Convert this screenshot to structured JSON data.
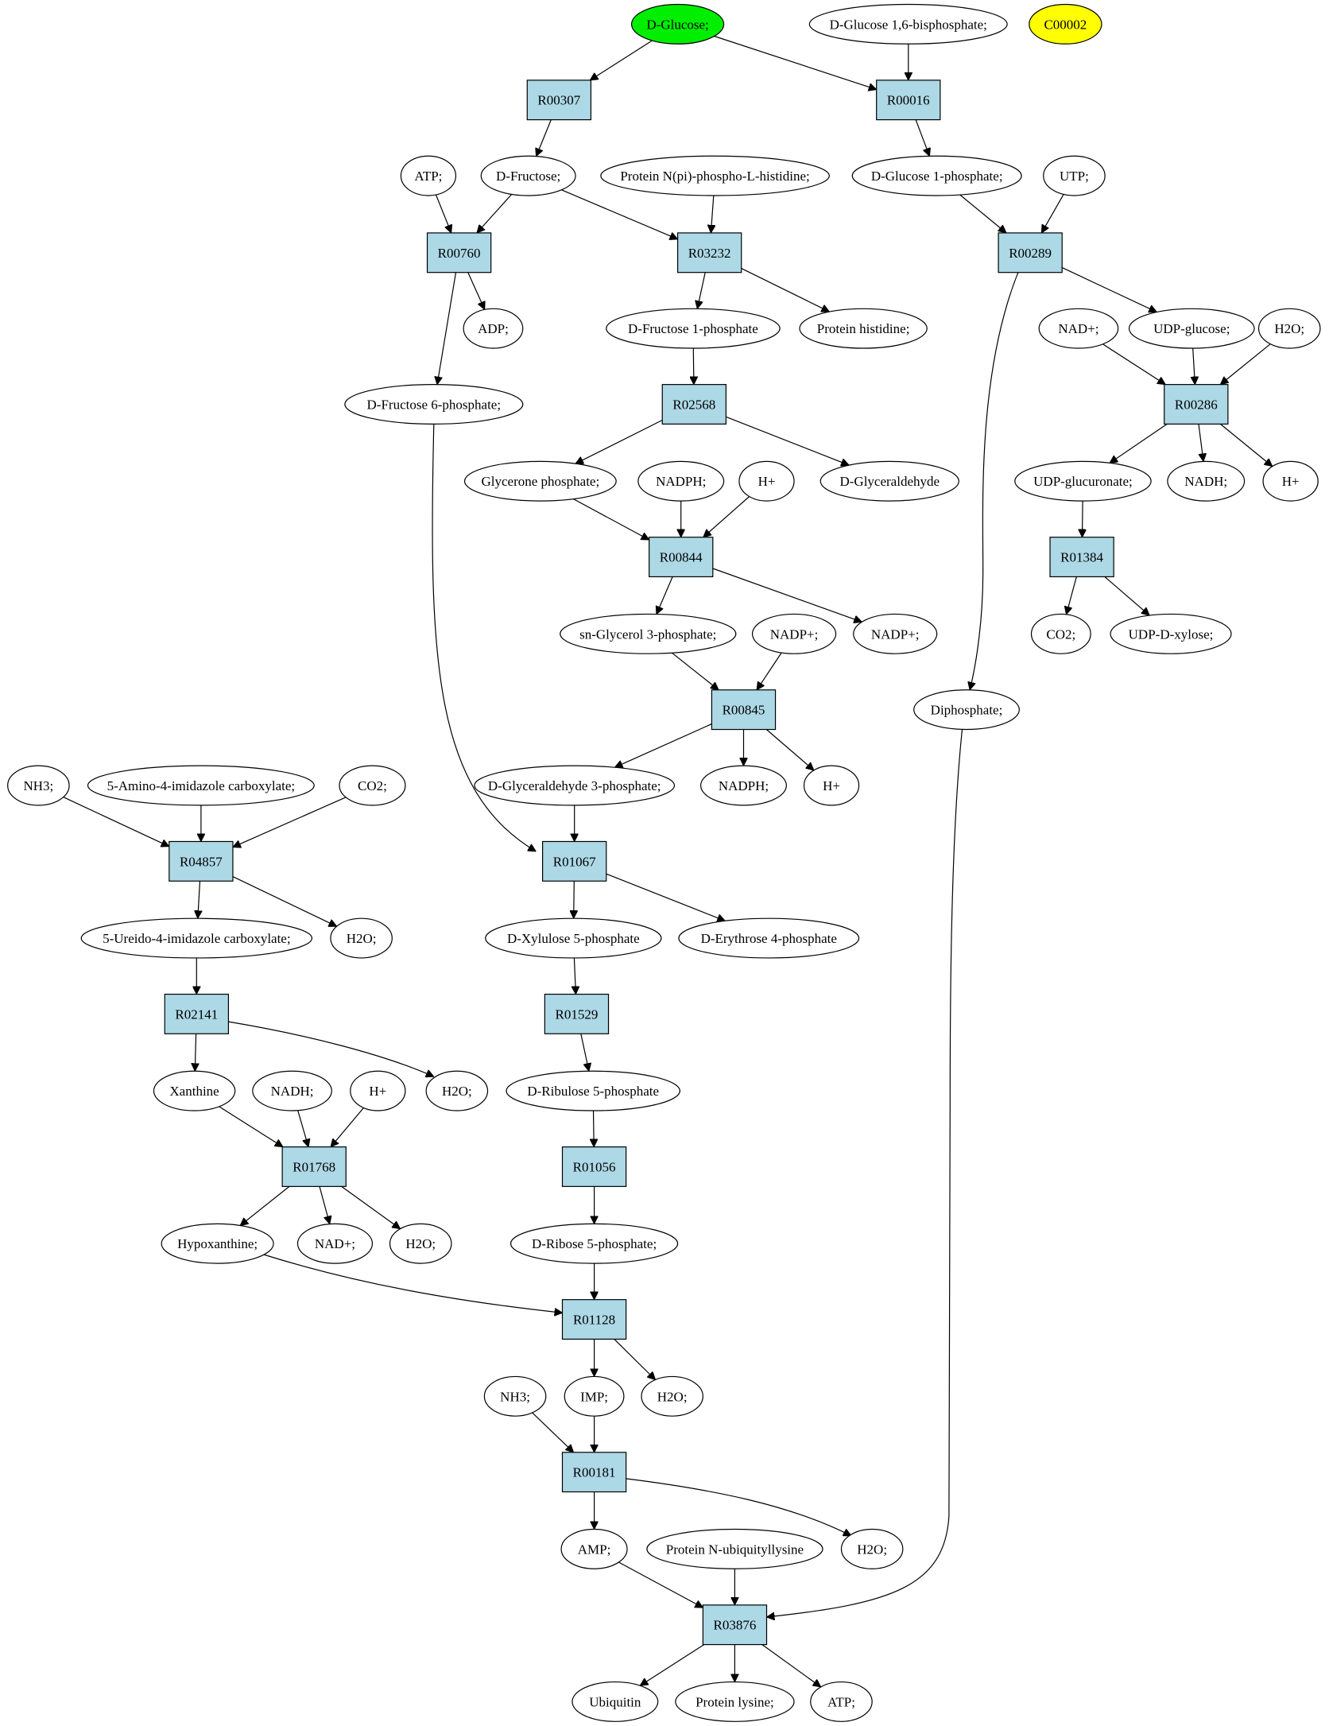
{
  "colors": {
    "reaction_fill": "#add8e6",
    "metabolite_fill": "#ffffff",
    "highlight_start": "#00ee00",
    "highlight_compound": "#ffff00"
  },
  "metabolites": [
    {
      "id": "m_dglucose",
      "label": "D-Glucose;",
      "fill": "#00ee00"
    },
    {
      "id": "m_dg16bp",
      "label": "D-Glucose 1,6-bisphosphate;"
    },
    {
      "id": "m_c00002",
      "label": "C00002",
      "fill": "#ffff00"
    },
    {
      "id": "m_atp1",
      "label": "ATP;"
    },
    {
      "id": "m_dfructose",
      "label": "D-Fructose;"
    },
    {
      "id": "m_protnpi",
      "label": "Protein N(pi)-phospho-L-histidine;"
    },
    {
      "id": "m_dg1p",
      "label": "D-Glucose 1-phosphate;"
    },
    {
      "id": "m_utp",
      "label": "UTP;"
    },
    {
      "id": "m_adp",
      "label": "ADP;"
    },
    {
      "id": "m_df1p",
      "label": "D-Fructose 1-phosphate"
    },
    {
      "id": "m_prothis",
      "label": "Protein histidine;"
    },
    {
      "id": "m_nadp_plus1",
      "label": "NAD+;"
    },
    {
      "id": "m_udpglc",
      "label": "UDP-glucose;"
    },
    {
      "id": "m_h2o_a",
      "label": "H2O;"
    },
    {
      "id": "m_df6p",
      "label": "D-Fructose 6-phosphate;"
    },
    {
      "id": "m_glycerone",
      "label": "Glycerone phosphate;"
    },
    {
      "id": "m_nadph1",
      "label": "NADPH;"
    },
    {
      "id": "m_hplus1",
      "label": "H+"
    },
    {
      "id": "m_dglyald",
      "label": "D-Glyceraldehyde"
    },
    {
      "id": "m_udpglcn",
      "label": "UDP-glucuronate;"
    },
    {
      "id": "m_nadh1",
      "label": "NADH;"
    },
    {
      "id": "m_hplus2",
      "label": "H+"
    },
    {
      "id": "m_sng3p",
      "label": "sn-Glycerol 3-phosphate;"
    },
    {
      "id": "m_nadpplus1",
      "label": "NADP+;"
    },
    {
      "id": "m_nadpplus2",
      "label": "NADP+;"
    },
    {
      "id": "m_co2a",
      "label": "CO2;"
    },
    {
      "id": "m_udpxyl",
      "label": "UDP-D-xylose;"
    },
    {
      "id": "m_diphos",
      "label": "Diphosphate;"
    },
    {
      "id": "m_nh3a",
      "label": "NH3;"
    },
    {
      "id": "m_aica",
      "label": "5-Amino-4-imidazole carboxylate;"
    },
    {
      "id": "m_co2b",
      "label": "CO2;"
    },
    {
      "id": "m_dga3p",
      "label": "D-Glyceraldehyde 3-phosphate;"
    },
    {
      "id": "m_nadph2",
      "label": "NADPH;"
    },
    {
      "id": "m_hplus3",
      "label": "H+"
    },
    {
      "id": "m_uica",
      "label": "5-Ureido-4-imidazole carboxylate;"
    },
    {
      "id": "m_h2o_b",
      "label": "H2O;"
    },
    {
      "id": "m_dxu5p",
      "label": "D-Xylulose 5-phosphate"
    },
    {
      "id": "m_de4p",
      "label": "D-Erythrose 4-phosphate"
    },
    {
      "id": "m_xanthine",
      "label": "Xanthine"
    },
    {
      "id": "m_nadh2",
      "label": "NADH;"
    },
    {
      "id": "m_hplus4",
      "label": "H+"
    },
    {
      "id": "m_h2o_c",
      "label": "H2O;"
    },
    {
      "id": "m_dru5p",
      "label": "D-Ribulose 5-phosphate"
    },
    {
      "id": "m_hypox",
      "label": "Hypoxanthine;"
    },
    {
      "id": "m_nadplus2",
      "label": "NAD+;"
    },
    {
      "id": "m_h2o_d",
      "label": "H2O;"
    },
    {
      "id": "m_dr5p",
      "label": "D-Ribose 5-phosphate;"
    },
    {
      "id": "m_nh3b",
      "label": "NH3;"
    },
    {
      "id": "m_imp",
      "label": "IMP;"
    },
    {
      "id": "m_h2o_e",
      "label": "H2O;"
    },
    {
      "id": "m_amp",
      "label": "AMP;"
    },
    {
      "id": "m_protubq",
      "label": "Protein N-ubiquityllysine"
    },
    {
      "id": "m_h2o_f",
      "label": "H2O;"
    },
    {
      "id": "m_ubiquitin",
      "label": "Ubiquitin"
    },
    {
      "id": "m_protlys",
      "label": "Protein lysine;"
    },
    {
      "id": "m_atp2",
      "label": "ATP;"
    }
  ],
  "reactions": [
    {
      "id": "r_R00307",
      "label": "R00307"
    },
    {
      "id": "r_R00016",
      "label": "R00016"
    },
    {
      "id": "r_R00760",
      "label": "R00760"
    },
    {
      "id": "r_R03232",
      "label": "R03232"
    },
    {
      "id": "r_R00289",
      "label": "R00289"
    },
    {
      "id": "r_R02568",
      "label": "R02568"
    },
    {
      "id": "r_R00286",
      "label": "R00286"
    },
    {
      "id": "r_R00844",
      "label": "R00844"
    },
    {
      "id": "r_R01384",
      "label": "R01384"
    },
    {
      "id": "r_R00845",
      "label": "R00845"
    },
    {
      "id": "r_R04857",
      "label": "R04857"
    },
    {
      "id": "r_R01067",
      "label": "R01067"
    },
    {
      "id": "r_R02141",
      "label": "R02141"
    },
    {
      "id": "r_R01529",
      "label": "R01529"
    },
    {
      "id": "r_R01768",
      "label": "R01768"
    },
    {
      "id": "r_R01056",
      "label": "R01056"
    },
    {
      "id": "r_R01128",
      "label": "R01128"
    },
    {
      "id": "r_R00181",
      "label": "R00181"
    },
    {
      "id": "r_R03876",
      "label": "R03876"
    }
  ],
  "edges": [
    [
      "m_dglucose",
      "r_R00307"
    ],
    [
      "m_dglucose",
      "r_R00016"
    ],
    [
      "m_dg16bp",
      "r_R00016"
    ],
    [
      "r_R00307",
      "m_dfructose"
    ],
    [
      "r_R00016",
      "m_dg1p"
    ],
    [
      "m_atp1",
      "r_R00760"
    ],
    [
      "m_dfructose",
      "r_R00760"
    ],
    [
      "m_dfructose",
      "r_R03232"
    ],
    [
      "m_protnpi",
      "r_R03232"
    ],
    [
      "m_dg1p",
      "r_R00289"
    ],
    [
      "m_utp",
      "r_R00289"
    ],
    [
      "r_R00760",
      "m_adp"
    ],
    [
      "r_R00760",
      "m_df6p"
    ],
    [
      "r_R03232",
      "m_df1p"
    ],
    [
      "r_R03232",
      "m_prothis"
    ],
    [
      "r_R00289",
      "m_udpglc"
    ],
    [
      "r_R00289",
      "m_diphos"
    ],
    [
      "m_df1p",
      "r_R02568"
    ],
    [
      "m_nadp_plus1",
      "r_R00286"
    ],
    [
      "m_udpglc",
      "r_R00286"
    ],
    [
      "m_h2o_a",
      "r_R00286"
    ],
    [
      "r_R02568",
      "m_glycerone"
    ],
    [
      "r_R02568",
      "m_dglyald"
    ],
    [
      "r_R00286",
      "m_udpglcn"
    ],
    [
      "r_R00286",
      "m_nadh1"
    ],
    [
      "r_R00286",
      "m_hplus2"
    ],
    [
      "m_glycerone",
      "r_R00844"
    ],
    [
      "m_nadph1",
      "r_R00844"
    ],
    [
      "m_hplus1",
      "r_R00844"
    ],
    [
      "m_udpglcn",
      "r_R01384"
    ],
    [
      "r_R00844",
      "m_sng3p"
    ],
    [
      "r_R00844",
      "m_nadpplus2"
    ],
    [
      "r_R01384",
      "m_co2a"
    ],
    [
      "r_R01384",
      "m_udpxyl"
    ],
    [
      "m_sng3p",
      "r_R00845"
    ],
    [
      "m_nadpplus1",
      "r_R00845"
    ],
    [
      "r_R00845",
      "m_dga3p"
    ],
    [
      "r_R00845",
      "m_nadph2"
    ],
    [
      "r_R00845",
      "m_hplus3"
    ],
    [
      "m_nh3a",
      "r_R04857"
    ],
    [
      "m_aica",
      "r_R04857"
    ],
    [
      "m_co2b",
      "r_R04857"
    ],
    [
      "m_df6p",
      "r_R01067"
    ],
    [
      "m_dga3p",
      "r_R01067"
    ],
    [
      "r_R04857",
      "m_uica"
    ],
    [
      "r_R04857",
      "m_h2o_b"
    ],
    [
      "r_R01067",
      "m_dxu5p"
    ],
    [
      "r_R01067",
      "m_de4p"
    ],
    [
      "m_uica",
      "r_R02141"
    ],
    [
      "m_dxu5p",
      "r_R01529"
    ],
    [
      "r_R02141",
      "m_xanthine"
    ],
    [
      "r_R02141",
      "m_h2o_c"
    ],
    [
      "r_R01529",
      "m_dru5p"
    ],
    [
      "m_xanthine",
      "r_R01768"
    ],
    [
      "m_nadh2",
      "r_R01768"
    ],
    [
      "m_hplus4",
      "r_R01768"
    ],
    [
      "m_dru5p",
      "r_R01056"
    ],
    [
      "r_R01768",
      "m_hypox"
    ],
    [
      "r_R01768",
      "m_nadplus2"
    ],
    [
      "r_R01768",
      "m_h2o_d"
    ],
    [
      "r_R01056",
      "m_dr5p"
    ],
    [
      "m_hypox",
      "r_R01128"
    ],
    [
      "m_dr5p",
      "r_R01128"
    ],
    [
      "r_R01128",
      "m_imp"
    ],
    [
      "r_R01128",
      "m_h2o_e"
    ],
    [
      "m_nh3b",
      "r_R00181"
    ],
    [
      "m_imp",
      "r_R00181"
    ],
    [
      "r_R00181",
      "m_amp"
    ],
    [
      "r_R00181",
      "m_h2o_f"
    ],
    [
      "m_amp",
      "r_R03876"
    ],
    [
      "m_protubq",
      "r_R03876"
    ],
    [
      "m_diphos",
      "r_R03876"
    ],
    [
      "r_R03876",
      "m_ubiquitin"
    ],
    [
      "r_R03876",
      "m_protlys"
    ],
    [
      "r_R03876",
      "m_atp2"
    ]
  ]
}
